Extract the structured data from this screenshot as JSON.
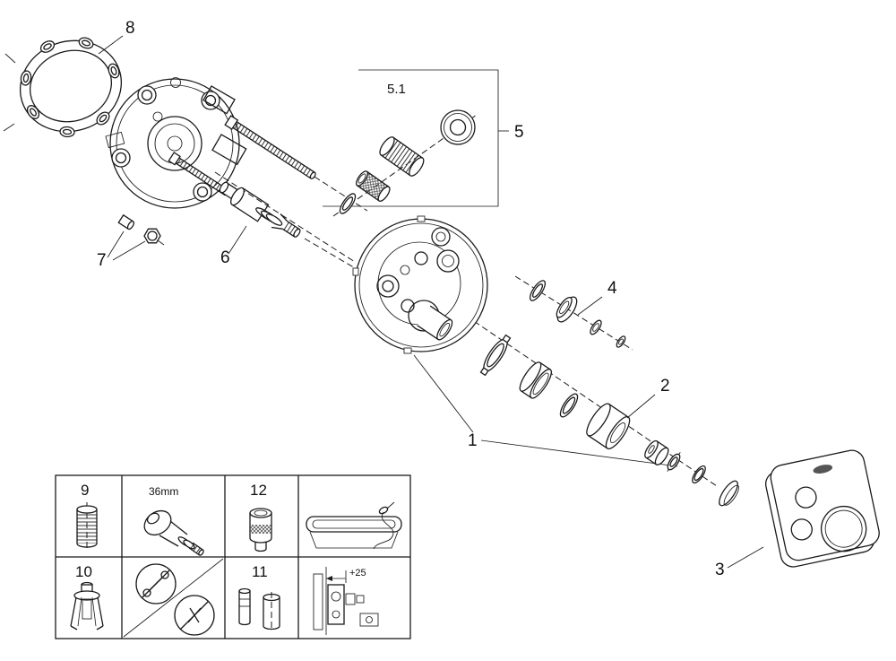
{
  "callouts": {
    "p1": "1",
    "p2": "2",
    "p3": "3",
    "p4": "4",
    "p5": "5",
    "p5_1": "5.1",
    "p6": "6",
    "p7": "7",
    "p8": "8"
  },
  "table": {
    "cells": {
      "c9": "9",
      "c10": "10",
      "c11": "11",
      "c12": "12"
    },
    "annotations": {
      "size_36mm": "36mm",
      "offset_25": "+25"
    },
    "icons": [
      "bathtub-icon",
      "no-wrench-icon",
      "no-pliers-icon",
      "wall-mounting-icon"
    ]
  },
  "colors": {
    "line": "#1a1a1a",
    "background": "#ffffff"
  }
}
